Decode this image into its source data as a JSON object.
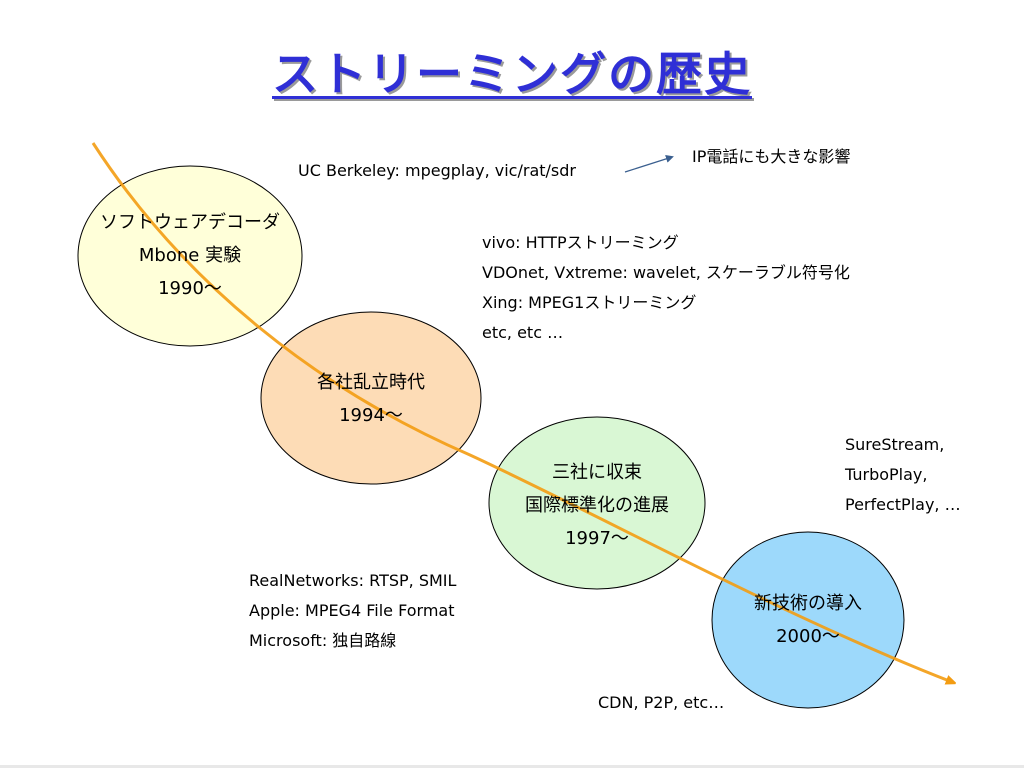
{
  "title": "ストリーミングの歴史",
  "nodes": [
    {
      "lines": [
        "ソフトウェアデコーダ",
        "Mbone 実験",
        "1990～"
      ]
    },
    {
      "lines": [
        "各社乱立時代",
        "1994～"
      ]
    },
    {
      "lines": [
        "三社に収束",
        "国際標準化の進展",
        "1997～"
      ]
    },
    {
      "lines": [
        "新技術の導入",
        "2000～"
      ]
    }
  ],
  "annotations": {
    "ucb": "UC Berkeley: mpegplay, vic/rat/sdr",
    "ip_phone": "IP電話にも大きな影響",
    "vendors": [
      "vivo: HTTPストリーミング",
      "VDOnet, Vxtreme: wavelet, スケーラブル符号化",
      "Xing: MPEG1ストリーミング",
      "etc, etc …"
    ],
    "surestream": [
      "SureStream,",
      "TurboPlay,",
      "PerfectPlay, …"
    ],
    "big_three": [
      "RealNetworks: RTSP, SMIL",
      "Apple: MPEG4 File Format",
      "Microsoft: 独自路線"
    ],
    "cdn": "CDN, P2P, etc…"
  },
  "colors": {
    "title": "#2f2fd6",
    "timeline_arrow": "#f39c12",
    "node_1990": "#ffffd9",
    "node_1994": "#fddcb6",
    "node_1997": "#d9f7d4",
    "node_2000": "#9dd9fb",
    "small_arrow": "#3a5f8f"
  }
}
